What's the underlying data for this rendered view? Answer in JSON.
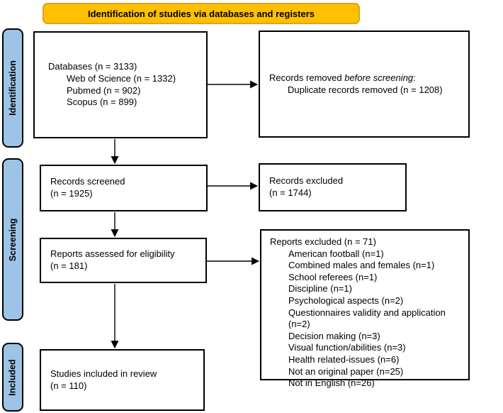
{
  "colors": {
    "page-bg": "#FFFFFF",
    "banner-bg": "#FFC000",
    "banner-border": "#E3A021",
    "stage-bg": "#9DC3E6",
    "stage-border": "#000000",
    "box-border": "#000000",
    "arrow": "#000000"
  },
  "banner": {
    "title": "Identification of studies via databases and registers"
  },
  "stages": {
    "identification": "Identification",
    "screening": "Screening",
    "included": "Included"
  },
  "boxes": {
    "databases": {
      "title": "Databases (n = 3133)",
      "items": [
        "Web of Science (n = 1332)",
        "Pubmed (n = 902)",
        "Scopus (n = 899)"
      ]
    },
    "records_removed": {
      "prefix": "Records removed ",
      "emphasis": "before screening",
      "suffix": ":",
      "items": [
        "Duplicate records removed (n = 1208)"
      ]
    },
    "records_screened": {
      "line1": "Records screened",
      "line2": "(n = 1925)"
    },
    "records_excluded": {
      "line1": "Records excluded",
      "line2": "(n = 1744)"
    },
    "reports_assessed": {
      "line1": "Reports assessed for eligibility",
      "line2": "(n = 181)"
    },
    "reports_excluded": {
      "title": "Reports excluded (n = 71)",
      "items": [
        "American football (n=1)",
        "Combined males and females (n=1)",
        "School referees (n=1)",
        "Discipline (n=1)",
        "Psychological aspects (n=2)",
        "Questionnaires validity and application (n=2)",
        "Decision making (n=3)",
        "Visual function/abilities (n=3)",
        "Health related-issues (n=6)",
        "Not an original paper (n=25)",
        "Not in English (n=26)"
      ]
    },
    "studies_included": {
      "line1": "Studies included in review",
      "line2": "(n = 110)"
    }
  }
}
